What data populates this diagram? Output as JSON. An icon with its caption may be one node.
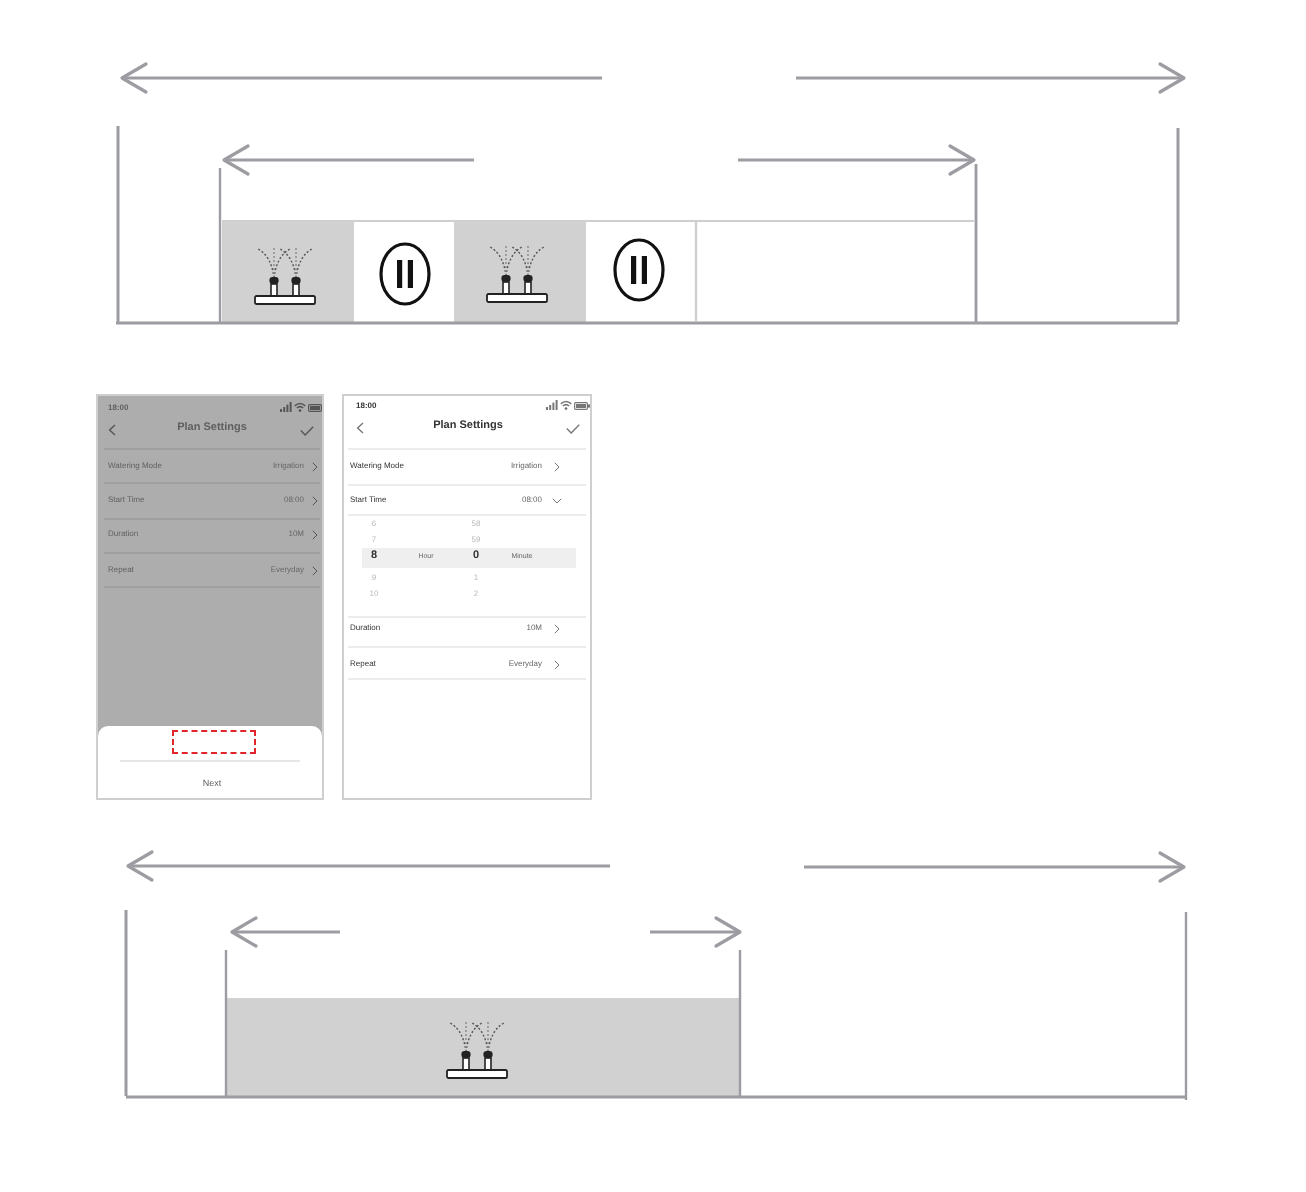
{
  "diagram": {
    "labels": [
      "18:00",
      "Plan Settings",
      "Watering Mode",
      "Irrigation",
      "Start Time",
      "08:00",
      "Duration",
      "10M",
      "Repeat",
      "Everyday",
      "Next",
      "18:00",
      "Plan Settings",
      "Watering Mode",
      "Irrigation",
      "Start Time",
      "08:00",
      "6",
      "58",
      "7",
      "59",
      "8",
      "Hour",
      "0",
      "Minute",
      "9",
      "1",
      "10",
      "2",
      "Duration",
      "10M",
      "Repeat",
      "Everyday"
    ]
  }
}
